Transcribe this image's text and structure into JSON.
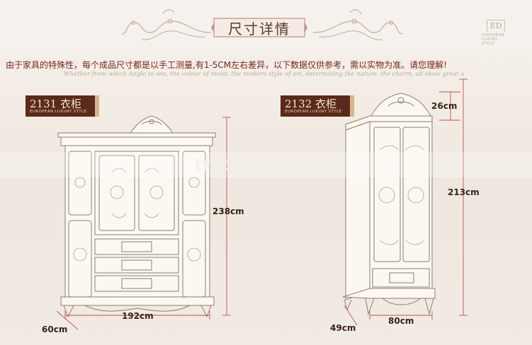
{
  "header": {
    "title": "尺寸详情",
    "notice": "由于家具的特殊性，每个成品尺寸都是以手工测量,有1-5CM左右差异，以下数据仅供参考，需以实物为准。请您理解!",
    "script_line": "Whether from which Angle to see, the colour of moist, the modern style of art, determining the nature, the charm, all show great a"
  },
  "logo": {
    "mark": "ED",
    "text": "EUROPEAN LUXURY STYLE"
  },
  "products": [
    {
      "label": "2131 衣柜",
      "sublabel": "EUROPEAN LUXURY STYLE",
      "height": "238cm",
      "width": "192cm",
      "depth": "60cm"
    },
    {
      "label": "2132 衣柜",
      "sublabel": "EUROPEAN LUXURY STYLE",
      "crown": "26cm",
      "height": "213cm",
      "width": "80cm",
      "depth": "49cm"
    }
  ],
  "watermark": "trade.china.cn",
  "colors": {
    "label_bg": "#5b2a1a",
    "accent": "#c0504d",
    "notice_text": "#7a2419",
    "furniture": "#fbf8f2"
  }
}
